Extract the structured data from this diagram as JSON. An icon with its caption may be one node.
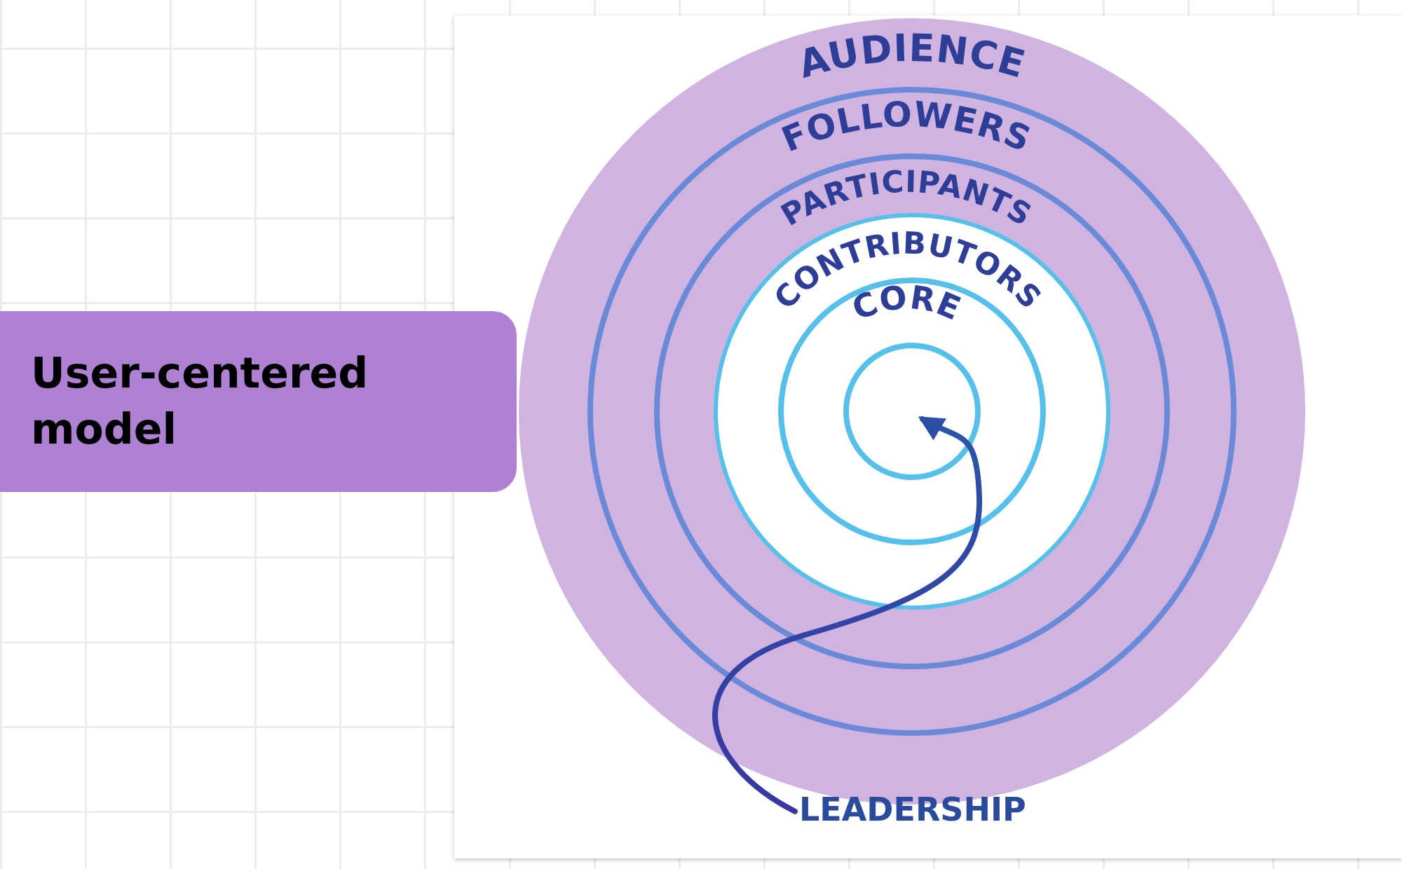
{
  "diagram": {
    "nodes": [
      {
        "text": [
          "User-centered model"
        ]
      },
      {
        "text": [
          "AUDIENCE"
        ]
      },
      {
        "text": [
          "FOLLOWERS"
        ],
        "in": 1
      },
      {
        "text": [
          "PARTICIPANTS"
        ],
        "in": 2
      },
      {
        "text": [
          "CONTRIBUTORS"
        ],
        "in": 3
      },
      {
        "text": [
          "CORE"
        ],
        "in": 4
      },
      {
        "text": [],
        "shape": "circle",
        "in": 5
      },
      {
        "text": [
          "LEADERSHIP"
        ]
      }
    ],
    "edges": [
      {
        "from": 7,
        "to": 6,
        "arrow": "to"
      }
    ]
  }
}
